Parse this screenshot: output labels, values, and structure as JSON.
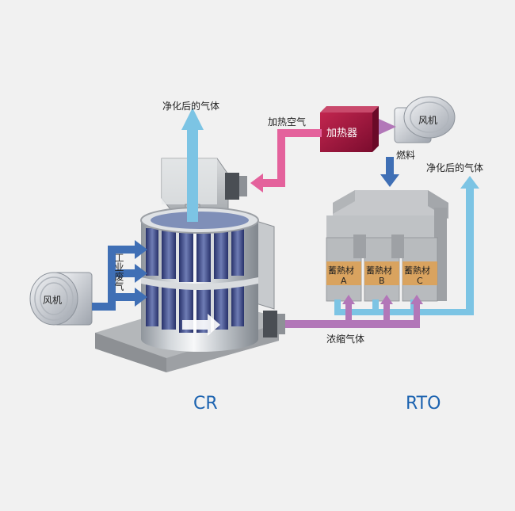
{
  "labels": {
    "cr_clean_gas": "净化后的气体",
    "heated_air": "加热空气",
    "heater": "加热器",
    "fan_right": "风机",
    "fuel": "燃料",
    "rto_clean_gas": "净化后的气体",
    "industrial_waste_gas": "工业废气",
    "fan_left": "风机",
    "media_a_top": "蓄熱材",
    "media_a_letter": "A",
    "media_b_top": "蓄熱材",
    "media_b_letter": "B",
    "media_c_top": "蓄熱材",
    "media_c_letter": "C",
    "concentrated_gas": "浓缩气体",
    "cr_title": "CR",
    "rto_title": "RTO"
  },
  "colors": {
    "blue_arrow": "#3f6fb5",
    "cyan_arrow": "#7cc4e4",
    "pink_arrow": "#e4629c",
    "purple_arrow": "#b277b8",
    "heater": "#a3123f",
    "media": "#d9a35f",
    "title": "#1c63b0"
  }
}
